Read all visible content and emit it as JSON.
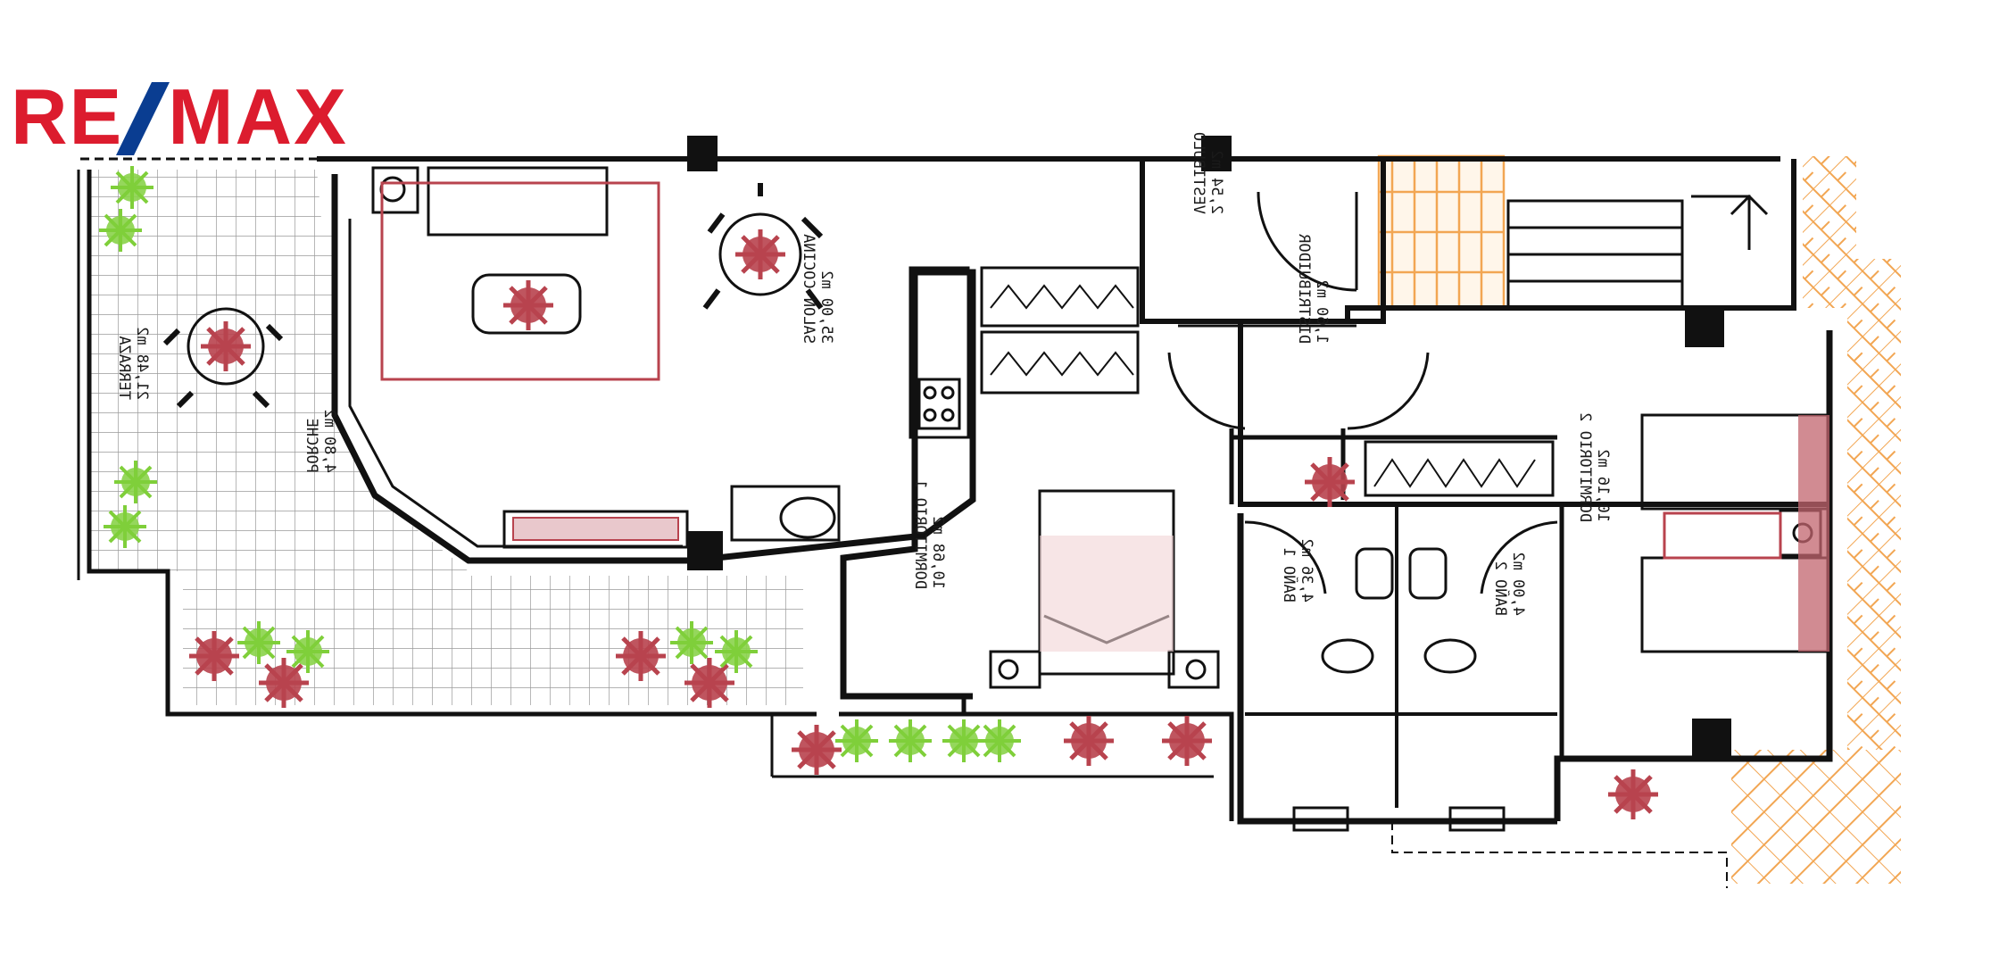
{
  "logo": {
    "left": "RE",
    "right": "MAX"
  },
  "rooms": [
    {
      "id": "terraza",
      "name": "TERRAZA",
      "area": "21,48 m2"
    },
    {
      "id": "porche",
      "name": "PORCHE",
      "area": "4,80 m2"
    },
    {
      "id": "salon",
      "name": "SALON-COCINA",
      "area": "35,00 m2"
    },
    {
      "id": "vestibulo",
      "name": "VESTIBULO",
      "area": "2,54 m2"
    },
    {
      "id": "distribuidor",
      "name": "DISTRIBUIDOR",
      "area": "1,60 m2"
    },
    {
      "id": "dorm1",
      "name": "DORMITORIO 1",
      "area": "10,68 m2"
    },
    {
      "id": "bano1",
      "name": "BAÑO 1",
      "area": "4,36 m2"
    },
    {
      "id": "bano2",
      "name": "BAÑO 2",
      "area": "4,00 m2"
    },
    {
      "id": "dorm2",
      "name": "DORMITORIO 2",
      "area": "10,16 m2"
    }
  ],
  "colors": {
    "wall": "#111111",
    "accent_red": "#b8434e",
    "plant_green": "#7fcf3a",
    "hatch_orange": "#f2a653",
    "grid": "#9a9a9a"
  }
}
